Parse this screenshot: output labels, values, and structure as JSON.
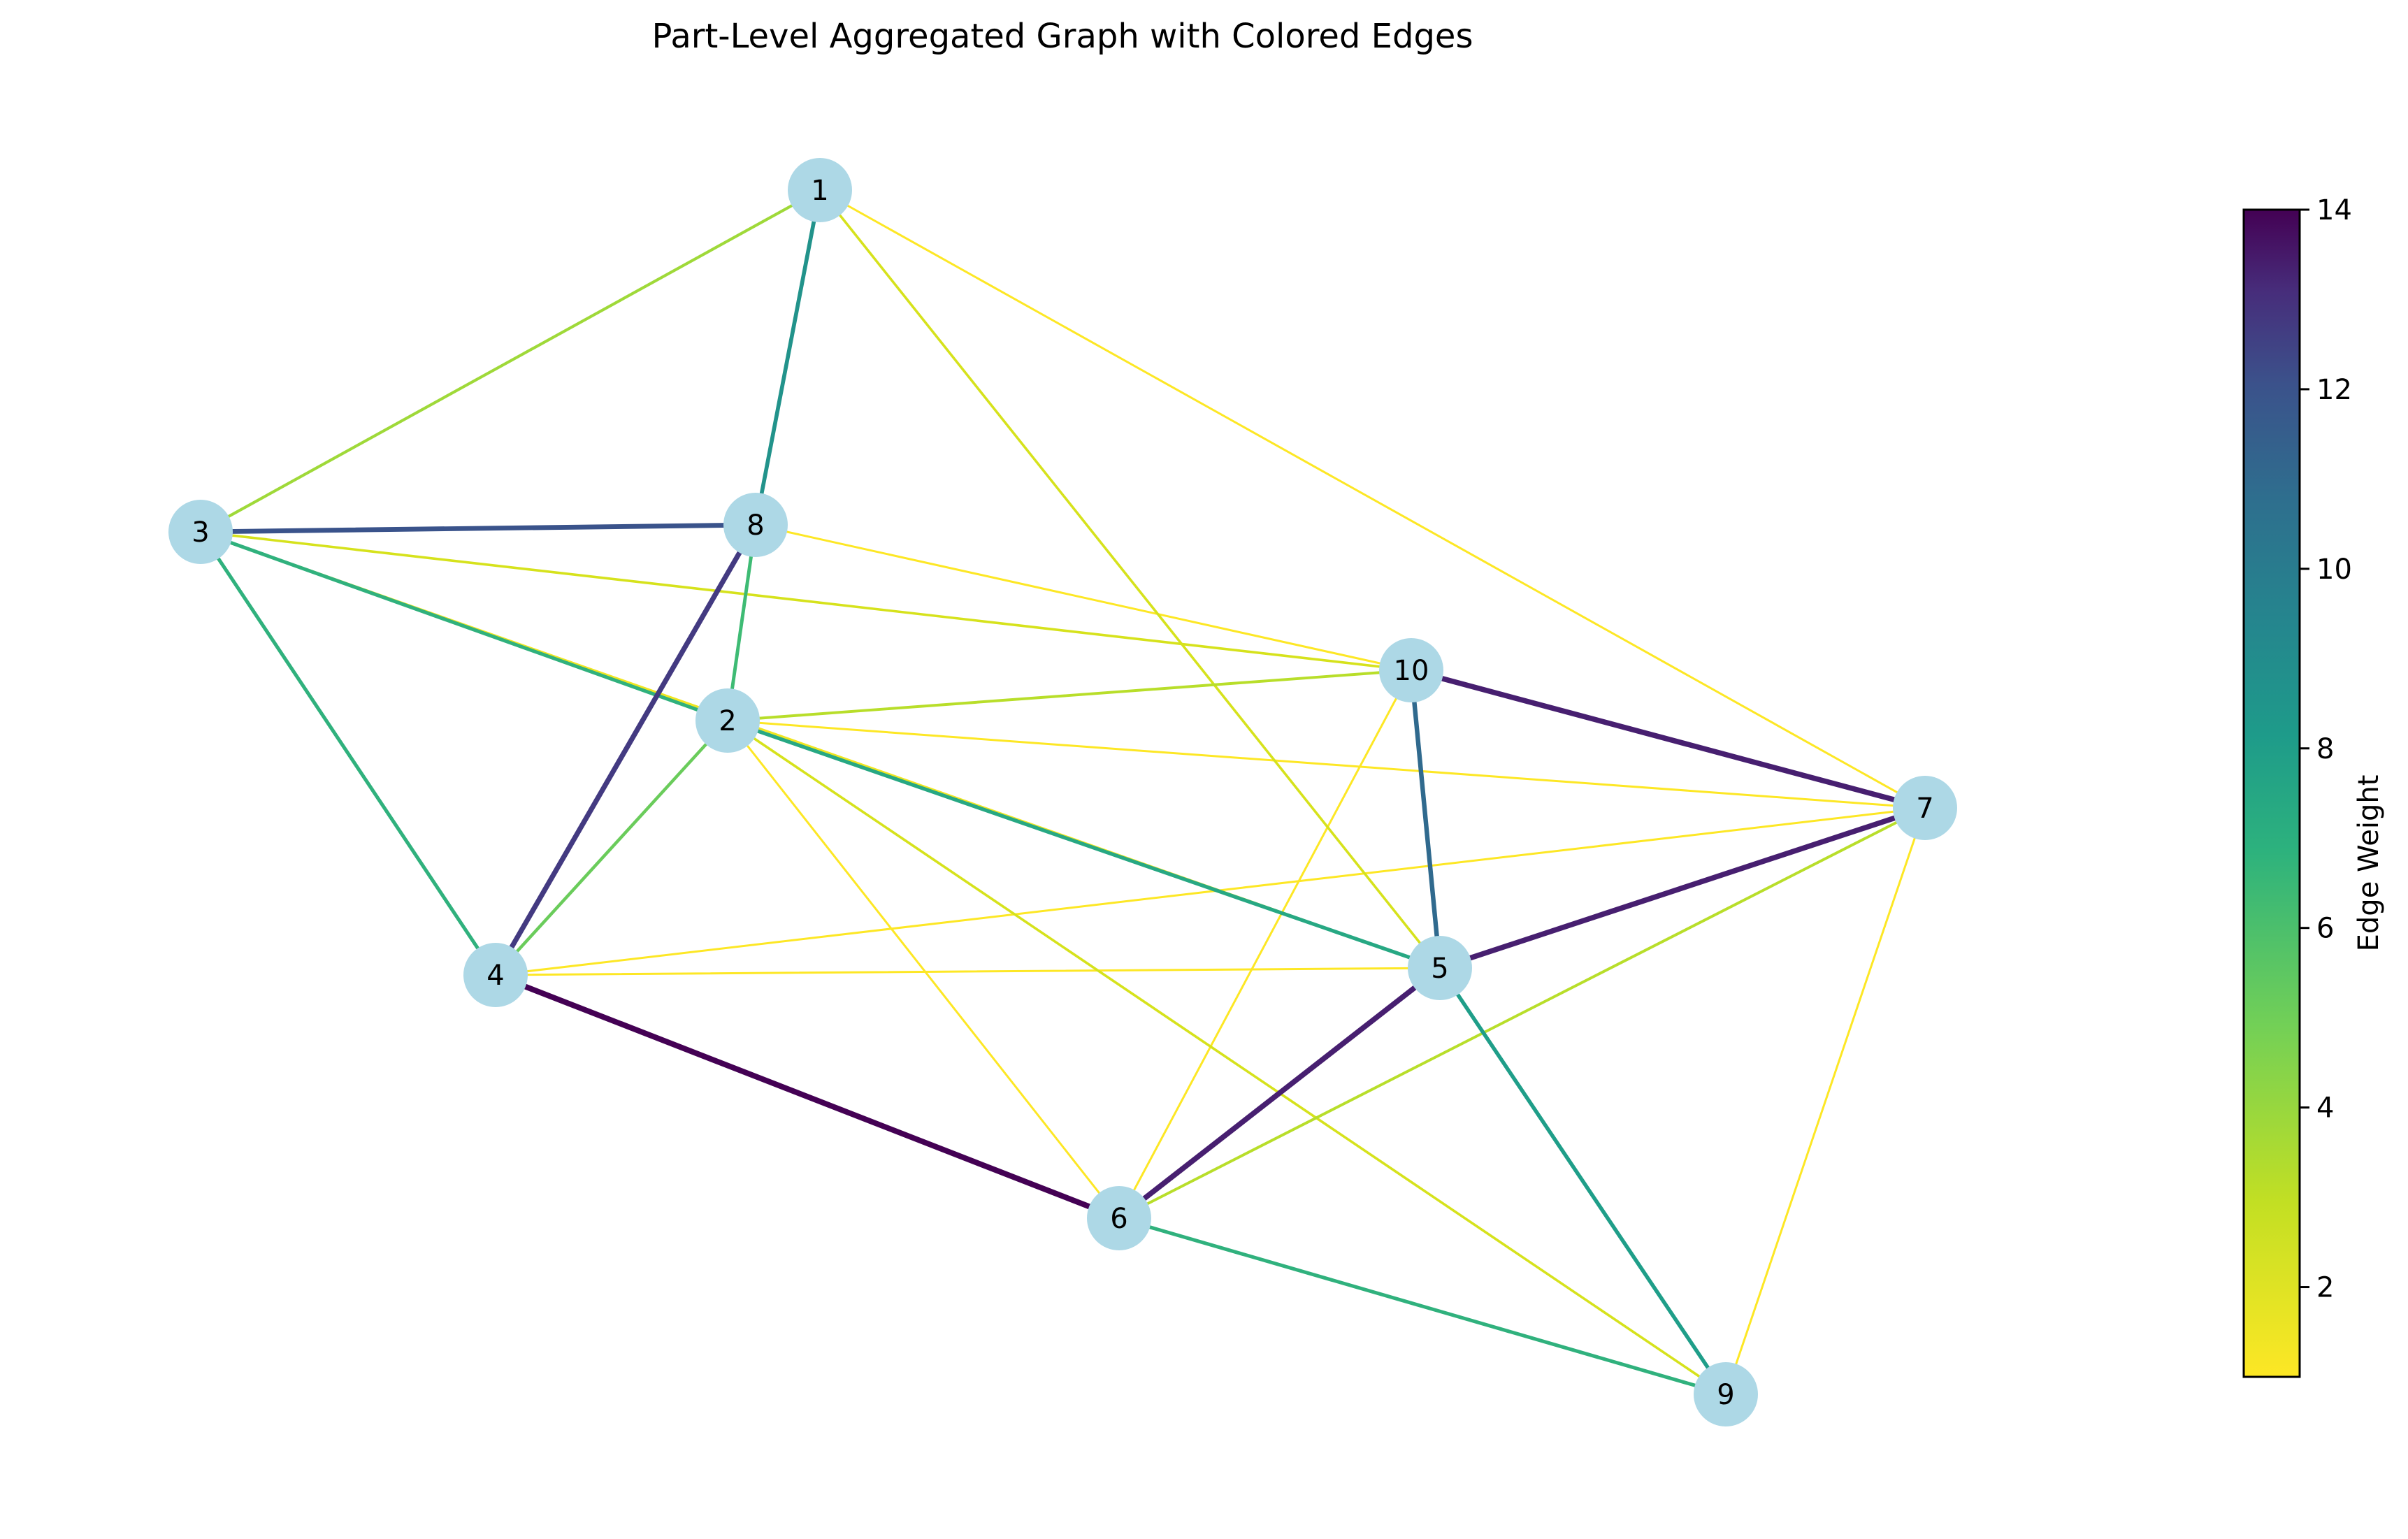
{
  "title": "Part-Level Aggregated Graph with Colored Edges",
  "nodes": [
    "1",
    "2",
    "3",
    "4",
    "5",
    "6",
    "7",
    "8",
    "9",
    "10"
  ],
  "node_color": "#add8e6",
  "edges": [
    {
      "source": "4",
      "target": "6",
      "weight": 14
    },
    {
      "source": "10",
      "target": "7",
      "weight": 13
    },
    {
      "source": "5",
      "target": "7",
      "weight": 13
    },
    {
      "source": "5",
      "target": "6",
      "weight": 13
    },
    {
      "source": "8",
      "target": "4",
      "weight": 12
    },
    {
      "source": "3",
      "target": "8",
      "weight": 11
    },
    {
      "source": "10",
      "target": "5",
      "weight": 10
    },
    {
      "source": "1",
      "target": "8",
      "weight": 8
    },
    {
      "source": "5",
      "target": "9",
      "weight": 7.5
    },
    {
      "source": "2",
      "target": "5",
      "weight": 7
    },
    {
      "source": "3",
      "target": "4",
      "weight": 6.5
    },
    {
      "source": "3",
      "target": "2",
      "weight": 6.5
    },
    {
      "source": "6",
      "target": "9",
      "weight": 6.5
    },
    {
      "source": "8",
      "target": "2",
      "weight": 6
    },
    {
      "source": "2",
      "target": "4",
      "weight": 5
    },
    {
      "source": "1",
      "target": "3",
      "weight": 4
    },
    {
      "source": "2",
      "target": "10",
      "weight": 3.5
    },
    {
      "source": "6",
      "target": "7",
      "weight": 3.5
    },
    {
      "source": "3",
      "target": "10",
      "weight": 2.5
    },
    {
      "source": "1",
      "target": "5",
      "weight": 2.5
    },
    {
      "source": "2",
      "target": "9",
      "weight": 2.5
    },
    {
      "source": "3",
      "target": "5",
      "weight": 1.5
    },
    {
      "source": "1",
      "target": "7",
      "weight": 1
    },
    {
      "source": "8",
      "target": "10",
      "weight": 1
    },
    {
      "source": "2",
      "target": "7",
      "weight": 1
    },
    {
      "source": "2",
      "target": "6",
      "weight": 1
    },
    {
      "source": "4",
      "target": "5",
      "weight": 1
    },
    {
      "source": "4",
      "target": "7",
      "weight": 1
    },
    {
      "source": "10",
      "target": "6",
      "weight": 1
    },
    {
      "source": "7",
      "target": "9",
      "weight": 1
    }
  ],
  "colorbar": {
    "label": "Edge Weight",
    "min": 1,
    "max": 14,
    "ticks": [
      "2",
      "4",
      "6",
      "8",
      "10",
      "12",
      "14"
    ],
    "colormap": "viridis_r"
  }
}
